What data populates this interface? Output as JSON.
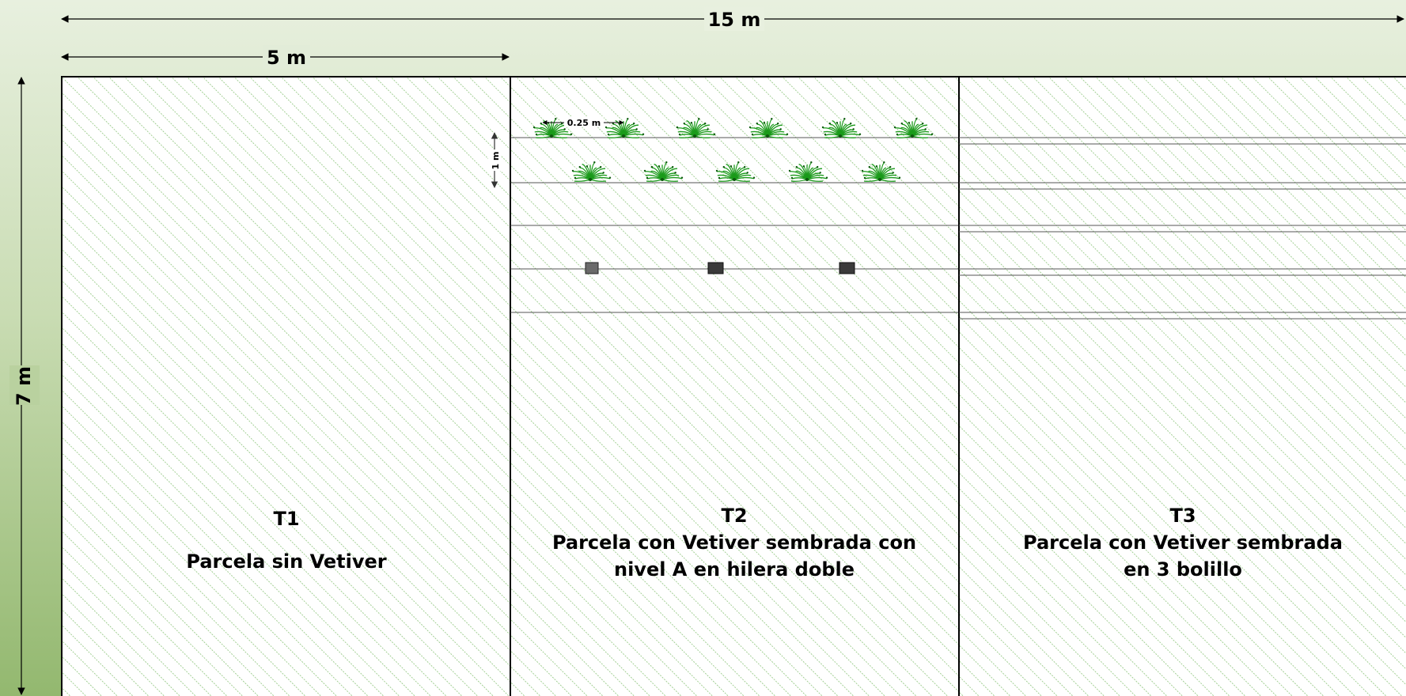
{
  "dimensions": {
    "total_width": "15 m",
    "plot_width": "5 m",
    "height": "7 m",
    "row_spacing": "1 m",
    "plant_spacing": "0.25 m"
  },
  "plots": [
    {
      "id": "T1",
      "title": "T1",
      "description_lines": [
        "Parcela sin Vetiver"
      ]
    },
    {
      "id": "T2",
      "title": "T2",
      "description_lines": [
        "Parcela con Vetiver sembrada con",
        "nivel A en hilera doble"
      ]
    },
    {
      "id": "T3",
      "title": "T3",
      "description_lines": [
        "Parcela con Vetiver sembrada",
        "en 3 bolillo"
      ]
    }
  ],
  "colors": {
    "hatch": "#8cc47a",
    "plant": "#1a9a1a",
    "border": "#000000",
    "row_line": "#555555",
    "marker": "#3a3a3a"
  },
  "icons": {
    "plant": "vetiver-plant-icon",
    "marker": "level-marker-icon"
  }
}
